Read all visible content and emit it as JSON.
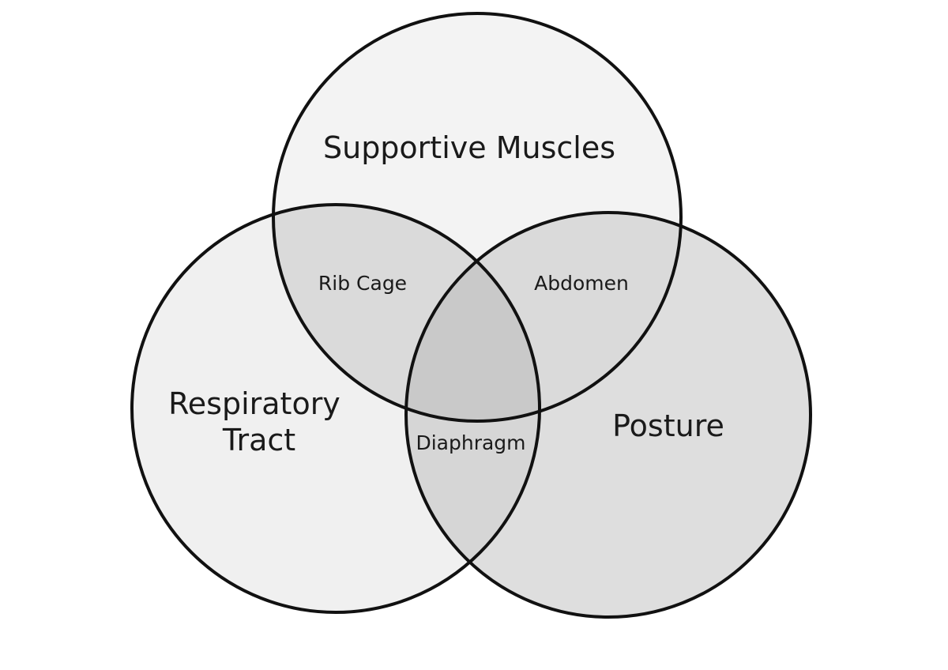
{
  "diagram": {
    "type": "venn",
    "sets": [
      {
        "id": "supportive",
        "label": "Supportive Muscles",
        "fill": "#f3f3f3"
      },
      {
        "id": "respiratory",
        "label_lines": [
          "Respiratory",
          "Tract"
        ],
        "fill": "#f0f0f0"
      },
      {
        "id": "posture",
        "label": "Posture",
        "fill": "#dedede"
      }
    ],
    "overlaps": {
      "supportive_respiratory": "Rib Cage",
      "supportive_posture": "Abdomen",
      "respiratory_posture": "Diaphragm"
    },
    "colors": {
      "stroke": "#111111",
      "text": "#1a1a1a",
      "overlap_two": "#dadada",
      "overlap_three": "#c9c9c9"
    }
  }
}
